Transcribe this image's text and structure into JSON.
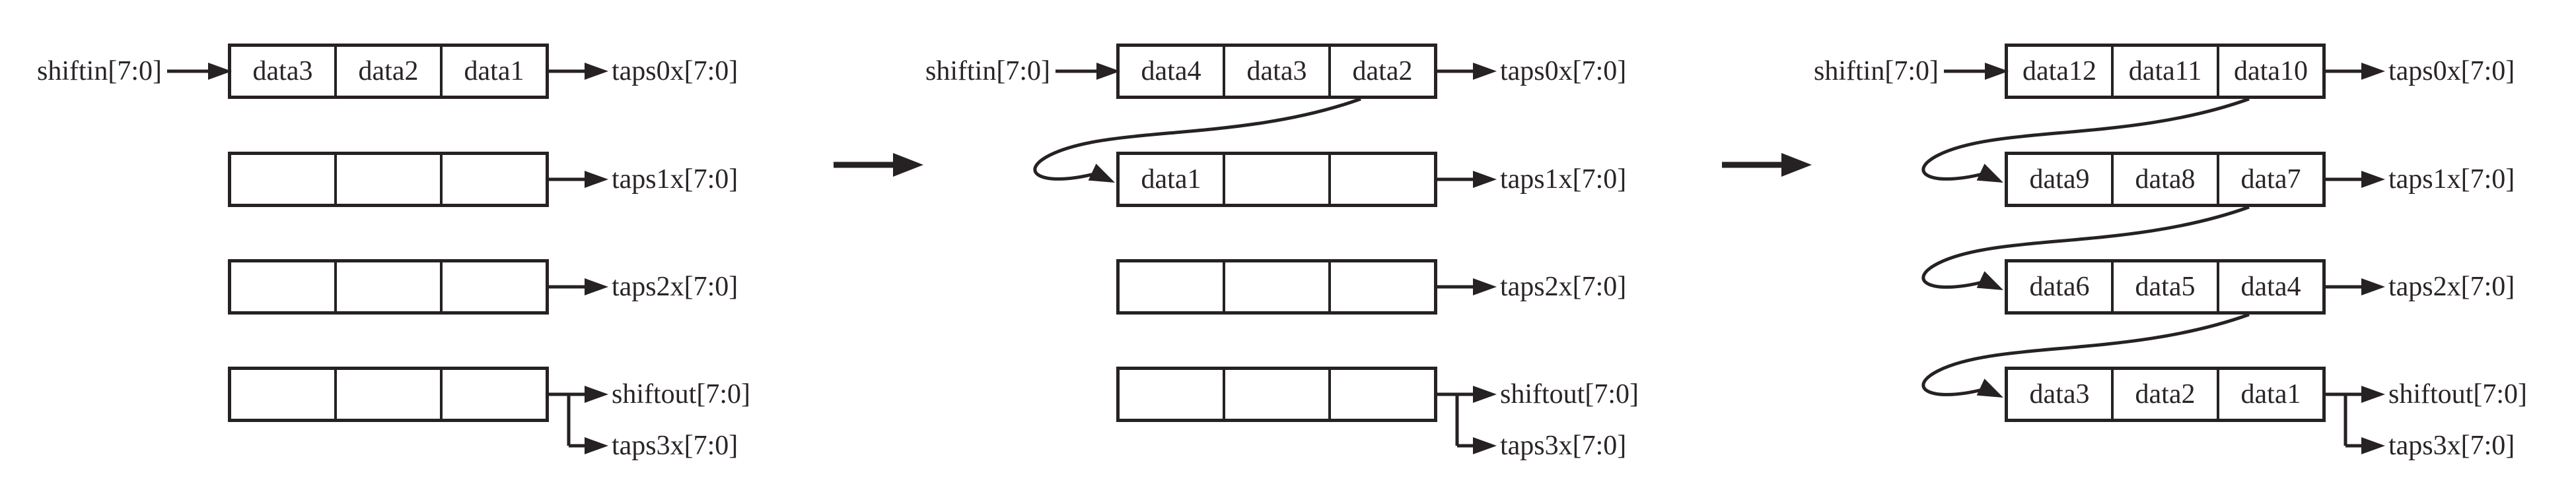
{
  "theme": {
    "background": "#ffffff",
    "line-color": "#262122",
    "text-color": "#2b2526"
  },
  "stages": [
    {
      "input_label": "shiftin[7:0]",
      "rows": [
        {
          "cells": [
            "data3",
            "data2",
            "data1"
          ],
          "output_label": "taps0x[7:0]"
        },
        {
          "cells": [
            "",
            "",
            ""
          ],
          "output_label": "taps1x[7:0]"
        },
        {
          "cells": [
            "",
            "",
            ""
          ],
          "output_label": "taps2x[7:0]"
        },
        {
          "cells": [
            "",
            "",
            ""
          ],
          "output_label": "shiftout[7:0]",
          "output_label_2": "taps3x[7:0]"
        }
      ]
    },
    {
      "input_label": "shiftin[7:0]",
      "rows": [
        {
          "cells": [
            "data4",
            "data3",
            "data2"
          ],
          "output_label": "taps0x[7:0]"
        },
        {
          "cells": [
            "data1",
            "",
            ""
          ],
          "output_label": "taps1x[7:0]"
        },
        {
          "cells": [
            "",
            "",
            ""
          ],
          "output_label": "taps2x[7:0]"
        },
        {
          "cells": [
            "",
            "",
            ""
          ],
          "output_label": "shiftout[7:0]",
          "output_label_2": "taps3x[7:0]"
        }
      ]
    },
    {
      "input_label": "shiftin[7:0]",
      "rows": [
        {
          "cells": [
            "data12",
            "data11",
            "data10"
          ],
          "output_label": "taps0x[7:0]"
        },
        {
          "cells": [
            "data9",
            "data8",
            "data7"
          ],
          "output_label": "taps1x[7:0]"
        },
        {
          "cells": [
            "data6",
            "data5",
            "data4"
          ],
          "output_label": "taps2x[7:0]"
        },
        {
          "cells": [
            "data3",
            "data2",
            "data1"
          ],
          "output_label": "shiftout[7:0]",
          "output_label_2": "taps3x[7:0]"
        }
      ]
    }
  ]
}
